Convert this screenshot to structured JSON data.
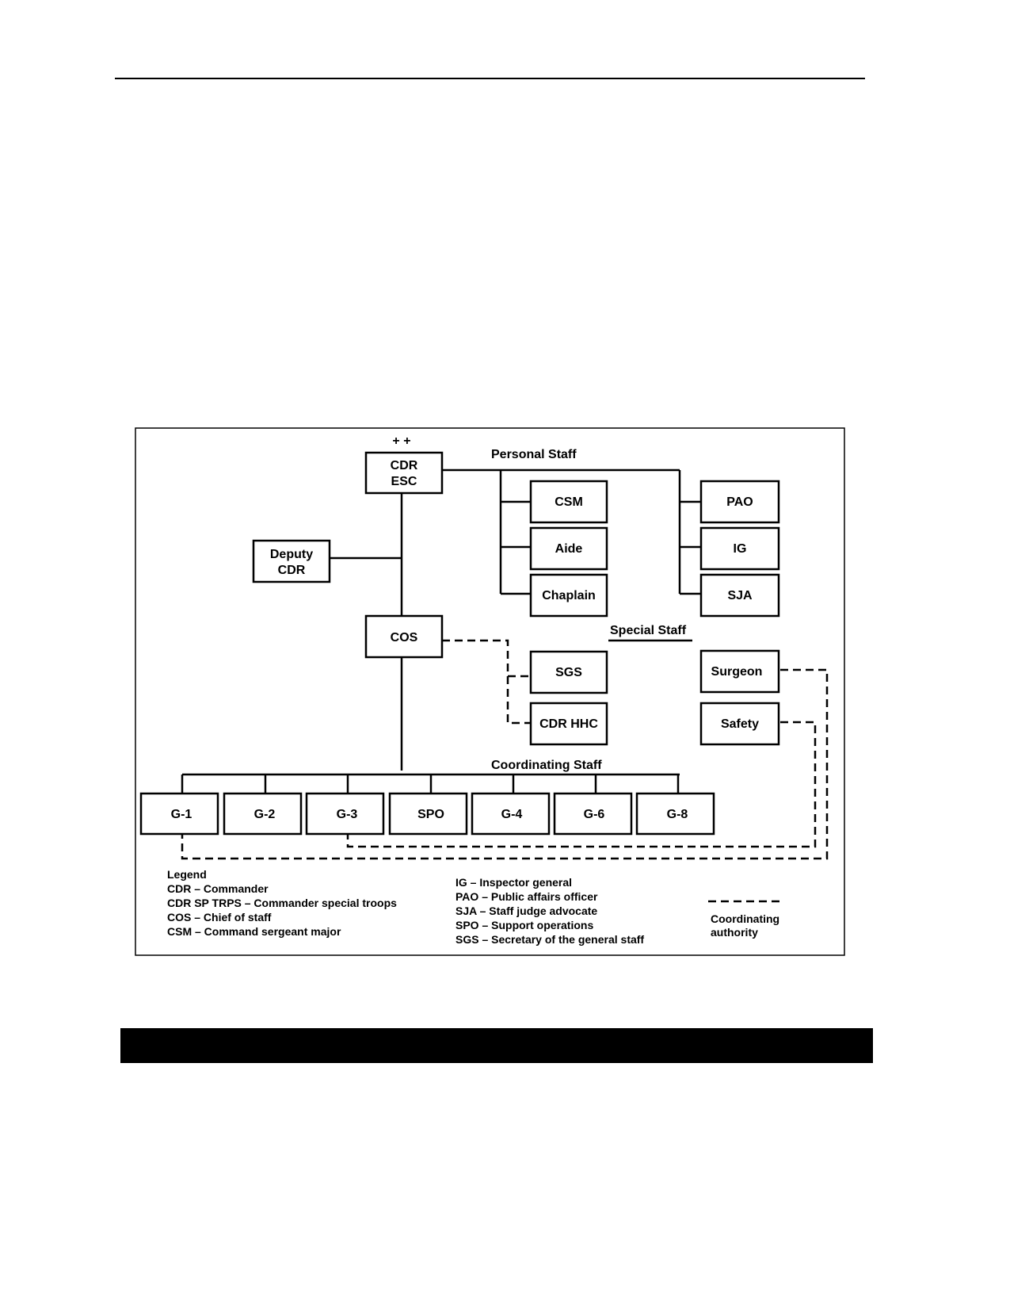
{
  "diagram": {
    "nodes": {
      "cdr_esc": {
        "line1": "CDR",
        "line2": "ESC",
        "echelon": "+ +"
      },
      "deputy_cdr": {
        "line1": "Deputy",
        "line2": "CDR"
      },
      "cos": {
        "label": "COS"
      },
      "csm": {
        "label": "CSM"
      },
      "aide": {
        "label": "Aide"
      },
      "chaplain": {
        "label": "Chaplain"
      },
      "pao": {
        "label": "PAO"
      },
      "ig": {
        "label": "IG"
      },
      "sja": {
        "label": "SJA"
      },
      "sgs": {
        "label": "SGS"
      },
      "cdr_hhc": {
        "label": "CDR HHC"
      },
      "surgeon": {
        "label": "Surgeon"
      },
      "safety": {
        "label": "Safety"
      },
      "g1": {
        "label": "G-1"
      },
      "g2": {
        "label": "G-2"
      },
      "g3": {
        "label": "G-3"
      },
      "spo": {
        "label": "SPO"
      },
      "g4": {
        "label": "G-4"
      },
      "g6": {
        "label": "G-6"
      },
      "g8": {
        "label": "G-8"
      }
    },
    "headings": {
      "personal_staff": "Personal Staff",
      "special_staff": "Special Staff",
      "coordinating_staff": "Coordinating Staff"
    },
    "legend": {
      "title": "Legend",
      "left": [
        "CDR – Commander",
        "CDR SP TRPS – Commander special troops",
        "COS – Chief of staff",
        "CSM – Command sergeant major"
      ],
      "right": [
        "IG – Inspector general",
        "PAO – Public affairs officer",
        "SJA – Staff judge advocate",
        "SPO – Support operations",
        "SGS – Secretary of the general staff"
      ],
      "line_key": {
        "line1": "Coordinating",
        "line2": "authority"
      }
    }
  }
}
